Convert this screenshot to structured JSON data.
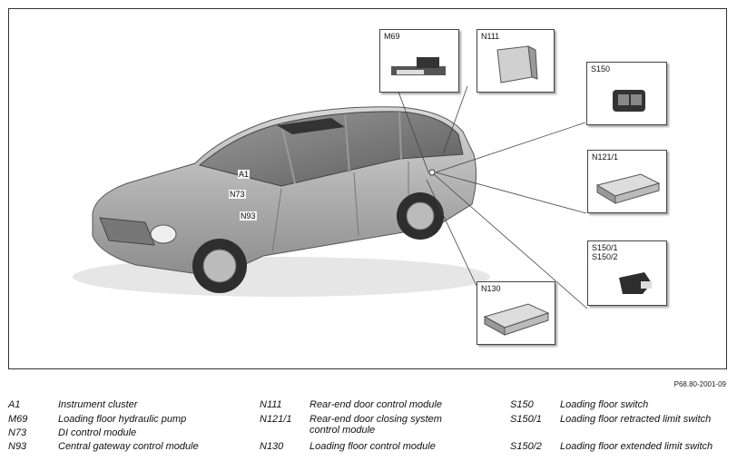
{
  "figure": {
    "reference": "P68.80-2001-09",
    "callouts": {
      "A1": "A1",
      "N73": "N73",
      "N93": "N93"
    },
    "boxes": {
      "m69": "M69",
      "n111": "N111",
      "s150": "S150",
      "n121_1": "N121/1",
      "s150_1_2": "S150/1\nS150/2",
      "n130": "N130"
    }
  },
  "legend": {
    "col1": [
      {
        "code": "A1",
        "desc": "Instrument cluster"
      },
      {
        "code": "M69",
        "desc": "Loading floor hydraulic pump"
      },
      {
        "code": "N73",
        "desc": "DI control module"
      },
      {
        "code": "N93",
        "desc": "Central gateway control module"
      }
    ],
    "col2": [
      {
        "code": "N111",
        "desc": "Rear-end door control module"
      },
      {
        "code": "N121/1",
        "desc": "Rear-end door closing system control module"
      },
      {
        "code": "N130",
        "desc": "Loading floor control module"
      }
    ],
    "col3": [
      {
        "code": "S150",
        "desc": "Loading floor switch"
      },
      {
        "code": "S150/1",
        "desc": "Loading floor retracted limit switch"
      },
      {
        "code": "S150/2",
        "desc": "Loading floor extended limit switch"
      }
    ]
  }
}
